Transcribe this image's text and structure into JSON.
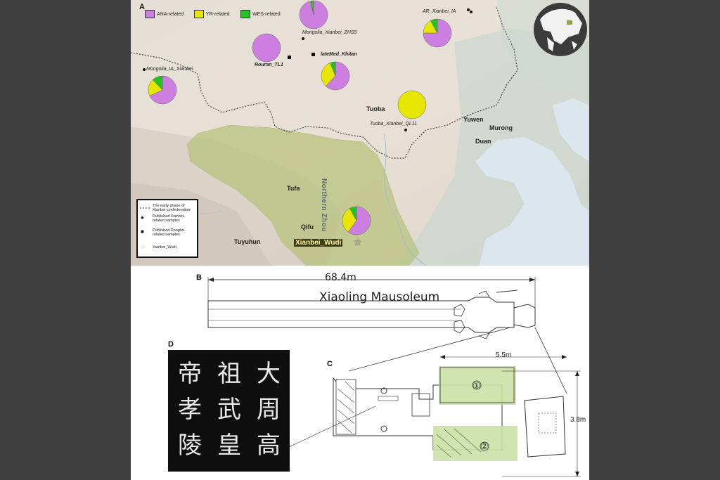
{
  "panels": {
    "a": "A",
    "b": "B",
    "c": "C",
    "d": "D"
  },
  "legend_top": {
    "items": [
      {
        "label": "ANA-related",
        "color": "#cc7fe0"
      },
      {
        "label": "YR-related",
        "color": "#e6e600"
      },
      {
        "label": "WES-related",
        "color": "#22c422"
      }
    ]
  },
  "legend_bottom": {
    "dotted_line": "The early phase of Xianbei confederation",
    "circle": "Published Xianbei-related samples",
    "square": "Published Donghu-related samples",
    "star": "Xianbei_Wudi"
  },
  "map_labels": {
    "tuoba": "Tuoba",
    "yuwen": "Yuwen",
    "murong": "Murong",
    "duan": "Duan",
    "tufa": "Tufa",
    "qifu": "Qifu",
    "tuyuhun": "Tuyuhun",
    "northern_zhou": "Northern Zhou",
    "xianbei_wudi": "Xianbei_Wudi"
  },
  "sample_labels": {
    "ar_xianbei_ia": "AR_Xianbei_IA",
    "mongolia_xianbei_zhs5": "Mongolia_Xianbei_ZHS5",
    "rouran_tl1": "Rouran_TL1",
    "latemed_khitan": "lateMed_Khitan",
    "mongolia_ia_xianbei": "Mongolia_IA_Xianbei",
    "tuoba_xianbei_ql11": "Tuoba_Xianbei_QL11"
  },
  "pies": [
    {
      "id": "mongolia_xianbei_zhs5",
      "ana": 0.96,
      "yr": 0.01,
      "wes": 0.03
    },
    {
      "id": "ar_xianbei_ia",
      "ana": 0.75,
      "yr": 0.17,
      "wes": 0.08
    },
    {
      "id": "rouran_tl1",
      "ana": 1.0,
      "yr": 0.0,
      "wes": 0.0
    },
    {
      "id": "latemed_khitan",
      "ana": 0.62,
      "yr": 0.32,
      "wes": 0.06
    },
    {
      "id": "mongolia_ia_xianbei",
      "ana": 0.68,
      "yr": 0.2,
      "wes": 0.12
    },
    {
      "id": "tuoba_xianbei_ql11",
      "ana": 0.0,
      "yr": 1.0,
      "wes": 0.0
    },
    {
      "id": "xianbei_wudi",
      "ana": 0.6,
      "yr": 0.32,
      "wes": 0.08
    }
  ],
  "mausoleum": {
    "length": "68.4m",
    "title": "Xiaoling Mausoleum",
    "width_c": "5.5m",
    "height_c": "3.8m",
    "chamber1": "①",
    "chamber2": "②"
  },
  "seal": {
    "chars": [
      "大",
      "周",
      "高",
      "祖",
      "武",
      "皇",
      "帝",
      "孝",
      "陵"
    ]
  }
}
